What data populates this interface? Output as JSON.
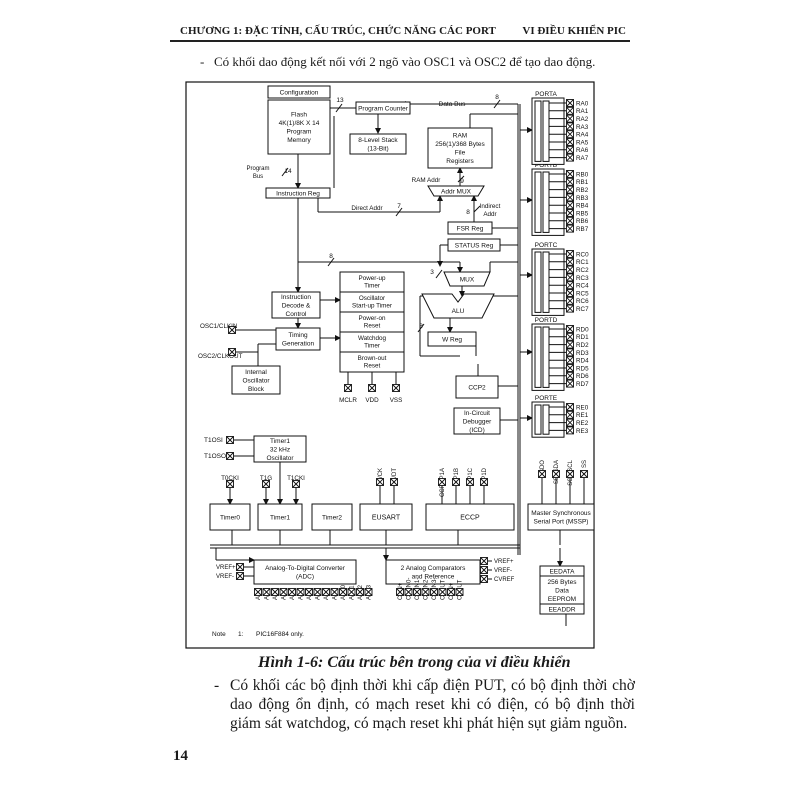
{
  "header": {
    "chapter": "CHƯƠNG 1: ĐẶC TÍNH, CẤU TRÚC, CHỨC NĂNG CÁC PORT",
    "book": "VI ĐIỀU KHIỂN PIC"
  },
  "intro": {
    "dash": "-",
    "text": "Có khối dao động kết nối với 2 ngõ vào OSC1 và OSC2 để tạo dao động."
  },
  "diagram": {
    "blocks": {
      "configuration": "Configuration",
      "flash": [
        "Flash",
        "4K(1)/8K X 14",
        "Program",
        "Memory"
      ],
      "program_counter": "Program Counter",
      "stack": [
        "8-Level Stack",
        "(13-Bit)"
      ],
      "ram": [
        "RAM",
        "256(1)/368 Bytes",
        "File",
        "Registers"
      ],
      "instruction_reg": "Instruction Reg",
      "addr_mux": "Addr MUX",
      "fsr_reg": "FSR Reg",
      "status_reg": "STATUS Reg",
      "mux": "MUX",
      "alu": "ALU",
      "w_reg": "W Reg",
      "instruction_decode": [
        "Instruction",
        "Decode &",
        "Control"
      ],
      "timing_generation": [
        "Timing",
        "Generation"
      ],
      "internal_oscillator": [
        "Internal",
        "Oscillator",
        "Block"
      ],
      "power_up_timer": [
        "Power-up",
        "Timer"
      ],
      "oscillator_startup_timer": [
        "Oscillator",
        "Start-up Timer"
      ],
      "power_on_reset": [
        "Power-on",
        "Reset"
      ],
      "watchdog_timer": [
        "Watchdog",
        "Timer"
      ],
      "brown_out_reset": [
        "Brown-out",
        "Reset"
      ],
      "ccp2": "CCP2",
      "icd": [
        "In-Circuit",
        "Debugger",
        "(ICD)"
      ],
      "timer1_osc": [
        "Timer1",
        "32 kHz",
        "Oscillator"
      ],
      "timer0": "Timer0",
      "timer1": "Timer1",
      "timer2": "Timer2",
      "eusart": "EUSART",
      "eccp": "ECCP",
      "mssp": [
        "Master Synchronous",
        "Serial Port (MSSP)"
      ],
      "adc": [
        "Analog-To-Digital Converter",
        "(ADC)"
      ],
      "comparators": [
        "2 Analog Comparators",
        "and Reference"
      ],
      "eedata": "EEDATA",
      "eeprom": [
        "256 Bytes",
        "Data",
        "EEPROM"
      ],
      "eeaddr": "EEADDR"
    },
    "labels": {
      "data_bus": "Data Bus",
      "program_bus": [
        "Program",
        "Bus"
      ],
      "ram_addr": "RAM Addr",
      "direct_addr": "Direct Addr",
      "indirect_addr": [
        "Indirect",
        "Addr"
      ],
      "osc1": "OSC1/CLKIN",
      "osc2": "OSC2/CLKOUT",
      "mclr": "MCLR",
      "vdd": "VDD",
      "vss": "VSS",
      "t1osi": "T1OSI",
      "t1oso": "T1OSO",
      "t0cki": "T0CKI",
      "t1g": "T1G",
      "t1cki": "T1CKI",
      "vref_p": "VREF+",
      "vref_m": "VREF-",
      "cvref": "CVREF",
      "note": "Note",
      "note_num": "1:",
      "note_text": "PIC16F884 only.",
      "bus_widths": {
        "n13": "13",
        "n8a": "8",
        "n14": "14",
        "n9": "9",
        "n7": "7",
        "n8b": "8",
        "n8c": "8",
        "n3": "3",
        "n8d": "8"
      }
    },
    "ports": [
      {
        "name": "PORTA",
        "pins": [
          "RA0",
          "RA1",
          "RA2",
          "RA3",
          "RA4",
          "RA5",
          "RA6",
          "RA7"
        ]
      },
      {
        "name": "PORTB",
        "pins": [
          "RB0",
          "RB1",
          "RB2",
          "RB3",
          "RB4",
          "RB5",
          "RB6",
          "RB7"
        ]
      },
      {
        "name": "PORTC",
        "pins": [
          "RC0",
          "RC1",
          "RC2",
          "RC3",
          "RC4",
          "RC5",
          "RC6",
          "RC7"
        ]
      },
      {
        "name": "PORTD",
        "pins": [
          "RD0",
          "RD1",
          "RD2",
          "RD3",
          "RD4",
          "RD5",
          "RD6",
          "RD7"
        ]
      },
      {
        "name": "PORTE",
        "pins": [
          "RE0",
          "RE1",
          "RE2",
          "RE3"
        ]
      }
    ],
    "eusart_pins": [
      "TX/CK",
      "RX/DT"
    ],
    "eccp_pins": [
      "CCP1/P1A",
      "P1B",
      "P1C",
      "P1D"
    ],
    "mssp_pins": [
      "SDO",
      "SDI/SDA",
      "SCK/SCL",
      "SS"
    ],
    "an_pins": [
      "AN0",
      "AN1",
      "AN2",
      "AN3",
      "AN4",
      "AN5",
      "AN6",
      "AN7",
      "AN8",
      "AN9",
      "AN10",
      "AN11",
      "AN12",
      "AN13"
    ],
    "cmp_pins": [
      "C1IN+",
      "C12IN0-",
      "C12IN1-",
      "C12IN2-",
      "C12IN3-",
      "C1OUT",
      "C2IN+",
      "C2OUT"
    ]
  },
  "caption": "Hình 1-6: Cấu trúc bên trong của vi điều khiển",
  "paragraph": {
    "dash": "-",
    "text": "Có khối các bộ định thời khi cấp điện PUT, có bộ định thời chờ dao động ổn định, có mạch reset khi có điện, có bộ định thời giám sát watchdog, có mạch reset khi phát hiện sụt giảm nguồn."
  },
  "page_number": "14"
}
